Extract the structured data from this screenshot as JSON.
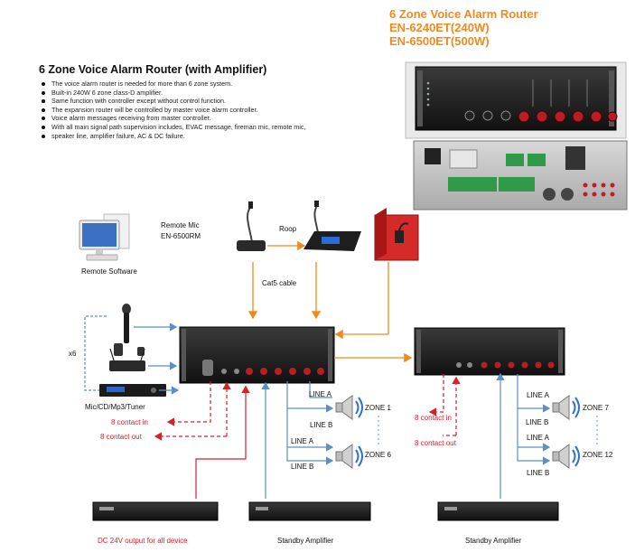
{
  "header": {
    "line1": "6 Zone Voice Alarm Router",
    "line2": "EN-6240ET(240W)",
    "line3": "EN-6500ET(500W)"
  },
  "section_title": "6 Zone Voice Alarm Router (with Amplifier)",
  "bullets": [
    "The voice alarm router is needed for more than 6 zone system.",
    "Built-in 240W 6 zone class-D amplifier.",
    "Same function with controller except without control function.",
    "The expansion router will be controlled by master voice alarm controller.",
    "Voice alarm messages receiving from master controller.",
    "With all main signal path supervision includes, EVAC message, fireman mic, remote mic,",
    "speaker line, amplifier failure, AC & DC failure."
  ],
  "diagram": {
    "remote_mic": "Remote Mic",
    "remote_mic_model": "EN-6500RM",
    "roop": "Roop",
    "cat5": "Cat5 cable",
    "remote_software": "Remote Software",
    "x6": "x6",
    "sources": "Mic/CD/Mp3/Tuner",
    "contact_in_left": "8 contact in",
    "contact_out_left": "8 contact out",
    "contact_in_right": "8 contact in",
    "contact_out_right": "8 contact out",
    "line_a": "LINE A",
    "line_b": "LINE B",
    "zone1": "ZONE 1",
    "zone6": "ZONE 6",
    "zone7": "ZONE 7",
    "zone12": "ZONE 12",
    "dc_output": "DC 24V output for all device",
    "standby1": "Standby Amplifier",
    "standby2": "Standby Amplifier"
  },
  "colors": {
    "accent_orange": "#f08a1c",
    "signal_blue": "#5b8fc9",
    "contact_red": "#d6202a",
    "device_black": "#1a1a1a"
  }
}
